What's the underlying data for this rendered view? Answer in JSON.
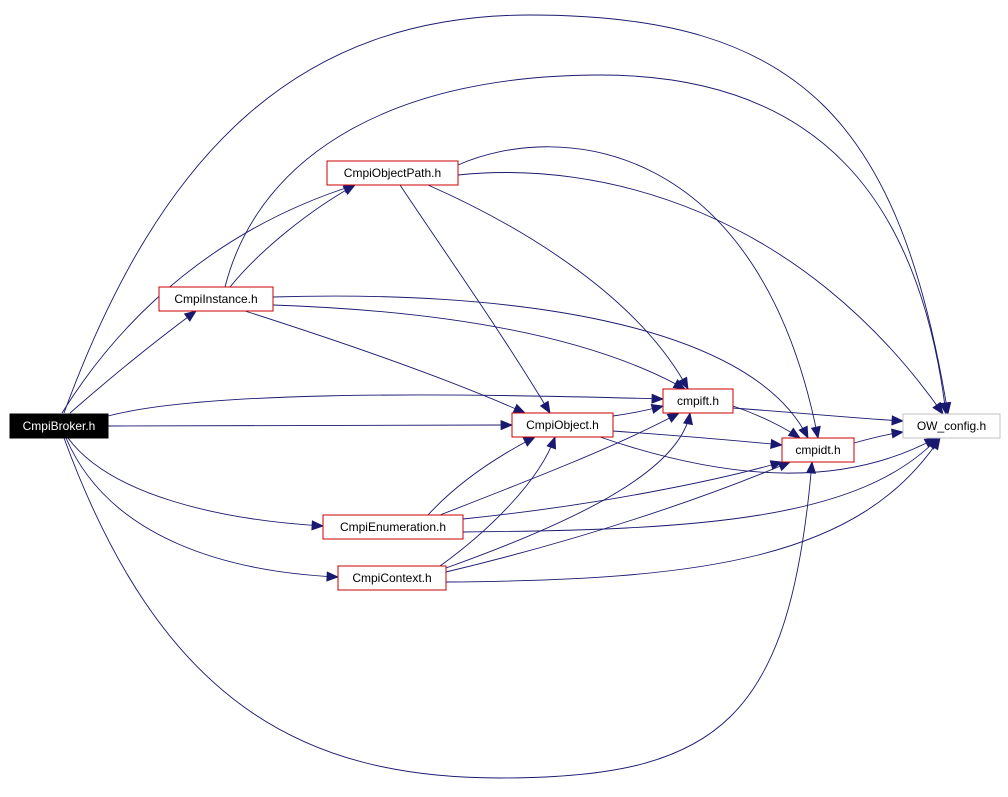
{
  "colors": {
    "edge": "#191970",
    "node_border": "#cc0000",
    "root_fill": "#000000",
    "root_text": "#ffffff",
    "external_border": "#c0c0c0",
    "text": "#000000"
  },
  "nodes": {
    "cmpibroker": "CmpiBroker.h",
    "cmpiobjectpath": "CmpiObjectPath.h",
    "cmpiinstance": "CmpiInstance.h",
    "cmpift": "cmpift.h",
    "cmpiobject": "CmpiObject.h",
    "ow_config": "OW_config.h",
    "cmpidt": "cmpidt.h",
    "cmpienumeration": "CmpiEnumeration.h",
    "cmpicontext": "CmpiContext.h"
  },
  "edges": [
    {
      "from": "CmpiBroker.h",
      "to": "CmpiObjectPath.h"
    },
    {
      "from": "CmpiBroker.h",
      "to": "CmpiInstance.h"
    },
    {
      "from": "CmpiBroker.h",
      "to": "cmpift.h"
    },
    {
      "from": "CmpiBroker.h",
      "to": "CmpiObject.h"
    },
    {
      "from": "CmpiBroker.h",
      "to": "CmpiEnumeration.h"
    },
    {
      "from": "CmpiBroker.h",
      "to": "CmpiContext.h"
    },
    {
      "from": "CmpiBroker.h",
      "to": "OW_config.h"
    },
    {
      "from": "CmpiBroker.h",
      "to": "cmpidt.h"
    },
    {
      "from": "CmpiObjectPath.h",
      "to": "cmpift.h"
    },
    {
      "from": "CmpiObjectPath.h",
      "to": "CmpiObject.h"
    },
    {
      "from": "CmpiObjectPath.h",
      "to": "cmpidt.h"
    },
    {
      "from": "CmpiObjectPath.h",
      "to": "OW_config.h"
    },
    {
      "from": "CmpiInstance.h",
      "to": "CmpiObjectPath.h"
    },
    {
      "from": "CmpiInstance.h",
      "to": "cmpift.h"
    },
    {
      "from": "CmpiInstance.h",
      "to": "CmpiObject.h"
    },
    {
      "from": "CmpiInstance.h",
      "to": "cmpidt.h"
    },
    {
      "from": "CmpiInstance.h",
      "to": "OW_config.h"
    },
    {
      "from": "cmpift.h",
      "to": "cmpidt.h"
    },
    {
      "from": "cmpift.h",
      "to": "OW_config.h"
    },
    {
      "from": "CmpiObject.h",
      "to": "cmpift.h"
    },
    {
      "from": "CmpiObject.h",
      "to": "cmpidt.h"
    },
    {
      "from": "CmpiObject.h",
      "to": "OW_config.h"
    },
    {
      "from": "cmpidt.h",
      "to": "OW_config.h"
    },
    {
      "from": "CmpiEnumeration.h",
      "to": "CmpiObject.h"
    },
    {
      "from": "CmpiEnumeration.h",
      "to": "cmpift.h"
    },
    {
      "from": "CmpiEnumeration.h",
      "to": "cmpidt.h"
    },
    {
      "from": "CmpiEnumeration.h",
      "to": "OW_config.h"
    },
    {
      "from": "CmpiContext.h",
      "to": "CmpiObject.h"
    },
    {
      "from": "CmpiContext.h",
      "to": "cmpift.h"
    },
    {
      "from": "CmpiContext.h",
      "to": "cmpidt.h"
    },
    {
      "from": "CmpiContext.h",
      "to": "OW_config.h"
    }
  ]
}
